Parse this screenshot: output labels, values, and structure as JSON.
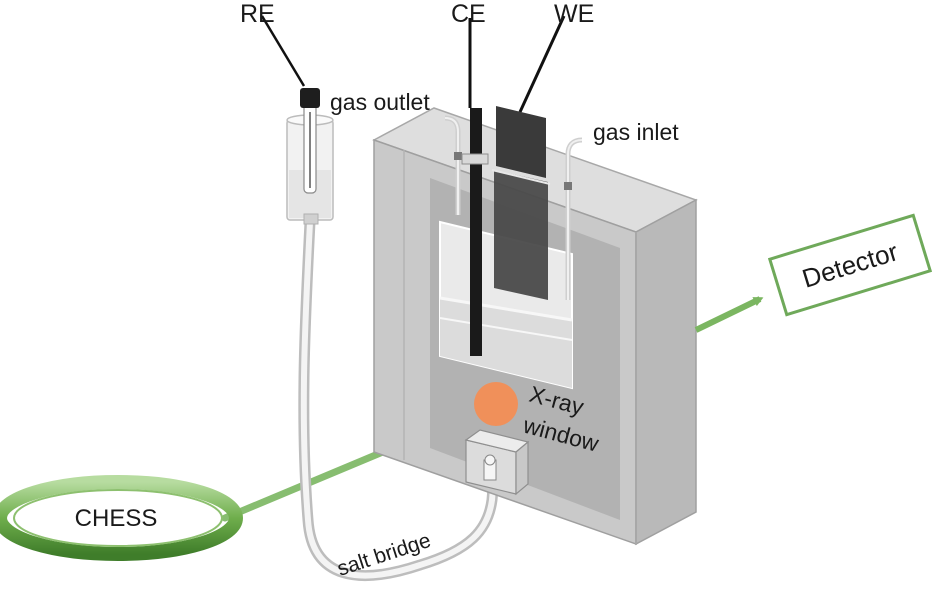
{
  "labels": {
    "re": "RE",
    "ce": "CE",
    "we": "WE",
    "gas_outlet": "gas outlet",
    "gas_inlet": "gas inlet",
    "detector": "Detector",
    "xray_line1": "X-ray",
    "xray_line2": "window",
    "chess": "CHESS",
    "salt_bridge": "salt bridge"
  },
  "colors": {
    "beam_green": "#7bb661",
    "detector_green": "#6fa95a",
    "cell_body": "#c9c9c9",
    "xray_spot": "#f0905a",
    "electrode_dark": "#3a3a3a"
  }
}
